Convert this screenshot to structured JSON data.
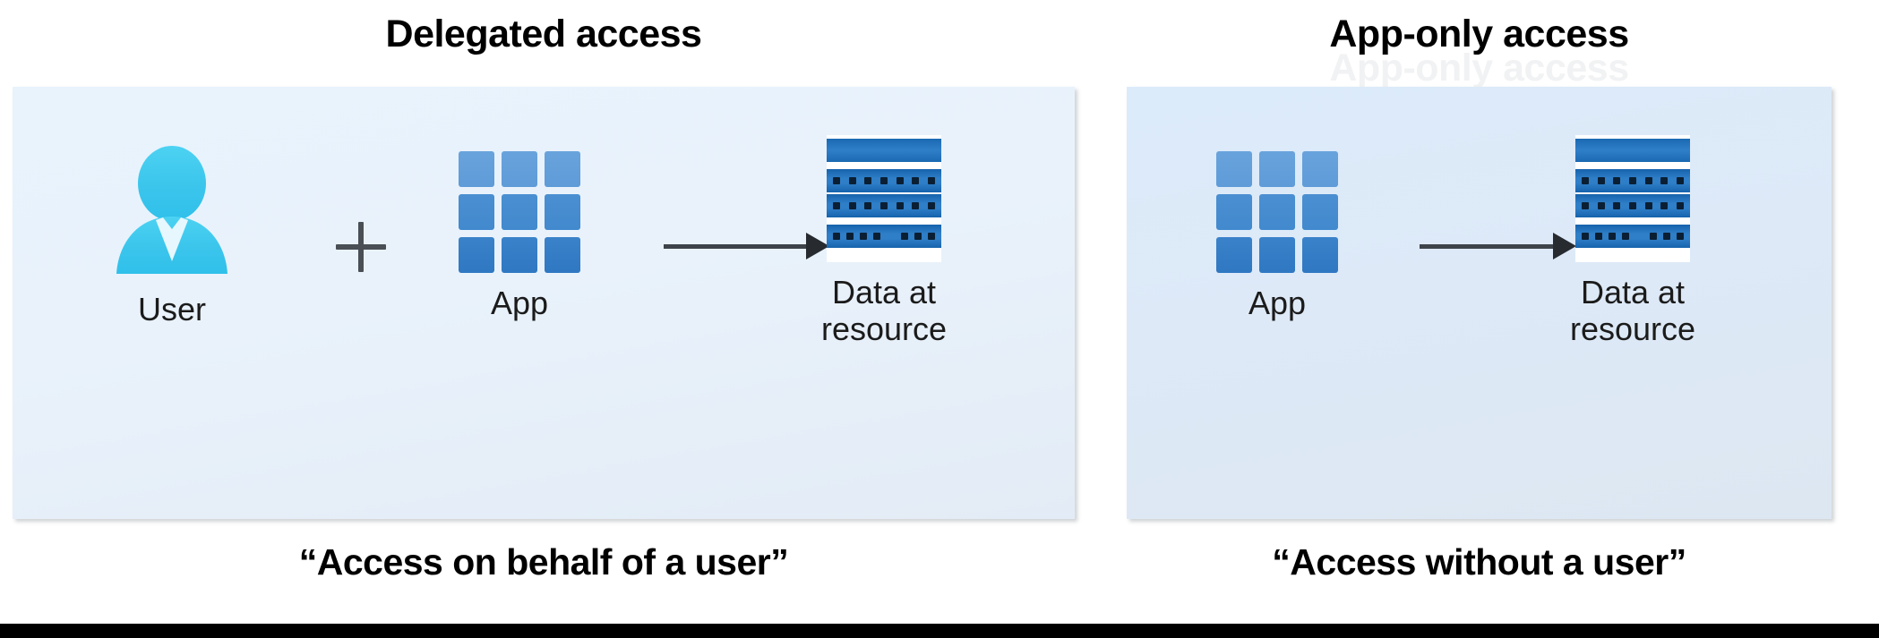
{
  "diagram": {
    "title_left": "Delegated access",
    "title_right": "App-only access",
    "title_right_ghost": "App-only access",
    "caption_left": "“Access on behalf of a user”",
    "caption_right": "“Access without a user”"
  },
  "panels": {
    "left": {
      "name": "Delegated access",
      "nodes": [
        {
          "icon": "user-icon",
          "label": "User"
        },
        {
          "icon": "operator-plus",
          "label": ""
        },
        {
          "icon": "app-grid-icon",
          "label": "App"
        },
        {
          "icon": "arrow-right-icon",
          "label": ""
        },
        {
          "icon": "data-rack-icon",
          "label": "Data at\nresource"
        }
      ]
    },
    "right": {
      "name": "App-only access",
      "nodes": [
        {
          "icon": "app-grid-icon",
          "label": "App"
        },
        {
          "icon": "arrow-right-icon",
          "label": ""
        },
        {
          "icon": "data-rack-icon",
          "label": "Data at\nresource"
        }
      ]
    }
  },
  "colors": {
    "panel_left_bg": "#e8f3fc",
    "panel_right_bg": "#dcebfa",
    "user_icon": "#3dc6ef",
    "app_icon_light": "#69a3dc",
    "app_icon_dark": "#2f78c2",
    "rack_blue": "#2f7ec8",
    "rack_dark": "#1663ac",
    "arrow": "#3e434a",
    "plus": "#4a4f55",
    "text": "#1b1b1b",
    "title": "#000000",
    "bottom_bar": "#000000"
  }
}
